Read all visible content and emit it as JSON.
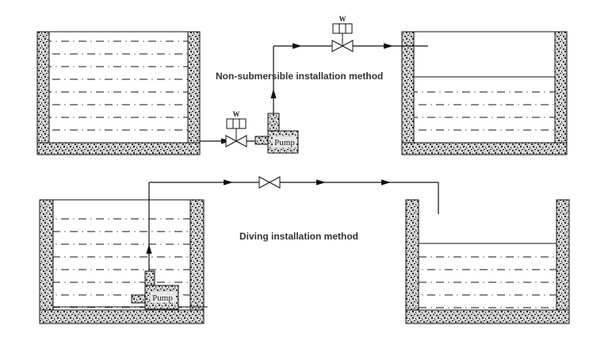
{
  "labels": {
    "top_method": "Non-submersible installation method",
    "bottom_method": "Diving installation method",
    "pump": "Pump",
    "valve_actuator": "W"
  },
  "colors": {
    "line": "#111111",
    "wall_fill": "#bdbdbd"
  }
}
